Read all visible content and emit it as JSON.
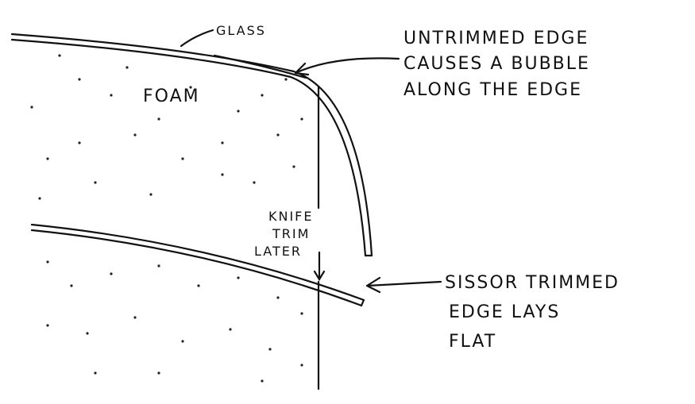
{
  "labels": {
    "glass": "GLASS",
    "foam": "FOAM",
    "untrimmed": [
      "UNTRIMMED EDGE",
      "CAUSES A BUBBLE",
      "ALONG THE EDGE"
    ],
    "knife": [
      "KNIFE",
      "TRIM",
      "LATER"
    ],
    "sissor": [
      "SISSOR TRIMMED",
      "EDGE LAYS",
      "FLAT"
    ]
  }
}
